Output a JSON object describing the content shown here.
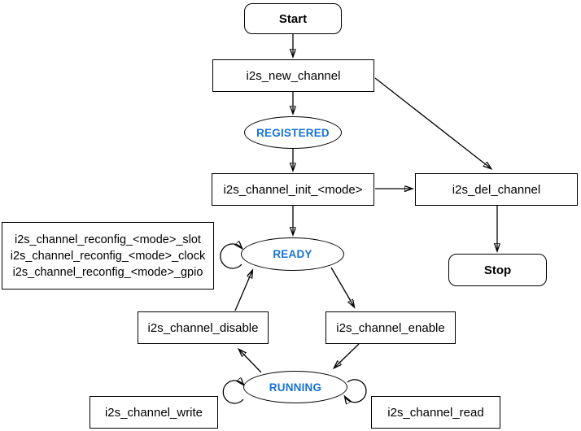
{
  "nodes": {
    "start": {
      "label": "Start",
      "type": "terminal"
    },
    "new_channel": {
      "label": "i2s_new_channel",
      "type": "process"
    },
    "registered": {
      "label": "REGISTERED",
      "type": "state"
    },
    "init": {
      "label": "i2s_channel_init_<mode>",
      "type": "process"
    },
    "del_channel": {
      "label": "i2s_del_channel",
      "type": "process"
    },
    "stop": {
      "label": "Stop",
      "type": "terminal"
    },
    "reconfig": {
      "lines": [
        "i2s_channel_reconfig_<mode>_slot",
        "i2s_channel_reconfig_<mode>_clock",
        "i2s_channel_reconfig_<mode>_gpio"
      ],
      "type": "process"
    },
    "ready": {
      "label": "READY",
      "type": "state"
    },
    "disable": {
      "label": "i2s_channel_disable",
      "type": "process"
    },
    "enable": {
      "label": "i2s_channel_enable",
      "type": "process"
    },
    "running": {
      "label": "RUNNING",
      "type": "state"
    },
    "write": {
      "label": "i2s_channel_write",
      "type": "process"
    },
    "read": {
      "label": "i2s_channel_read",
      "type": "process"
    }
  },
  "edges": [
    {
      "from": "Start",
      "to": "i2s_new_channel"
    },
    {
      "from": "i2s_new_channel",
      "to": "REGISTERED"
    },
    {
      "from": "i2s_new_channel",
      "to": "i2s_del_channel"
    },
    {
      "from": "REGISTERED",
      "to": "i2s_channel_init_<mode>"
    },
    {
      "from": "i2s_channel_init_<mode>",
      "to": "READY"
    },
    {
      "from": "i2s_channel_init_<mode>",
      "to": "i2s_del_channel"
    },
    {
      "from": "i2s_del_channel",
      "to": "Stop"
    },
    {
      "from": "READY",
      "to": "READY",
      "note": "self-loop (reconfig slot/clock/gpio)"
    },
    {
      "from": "READY",
      "to": "i2s_channel_enable"
    },
    {
      "from": "i2s_channel_enable",
      "to": "RUNNING"
    },
    {
      "from": "RUNNING",
      "to": "i2s_channel_disable"
    },
    {
      "from": "i2s_channel_disable",
      "to": "READY"
    },
    {
      "from": "RUNNING",
      "to": "RUNNING",
      "note": "self-loop write"
    },
    {
      "from": "RUNNING",
      "to": "RUNNING",
      "note": "self-loop read"
    }
  ],
  "colors": {
    "state_text": "#1672D8",
    "stroke": "#000000",
    "node_text": "#000000",
    "background": "#FFFFFF"
  }
}
